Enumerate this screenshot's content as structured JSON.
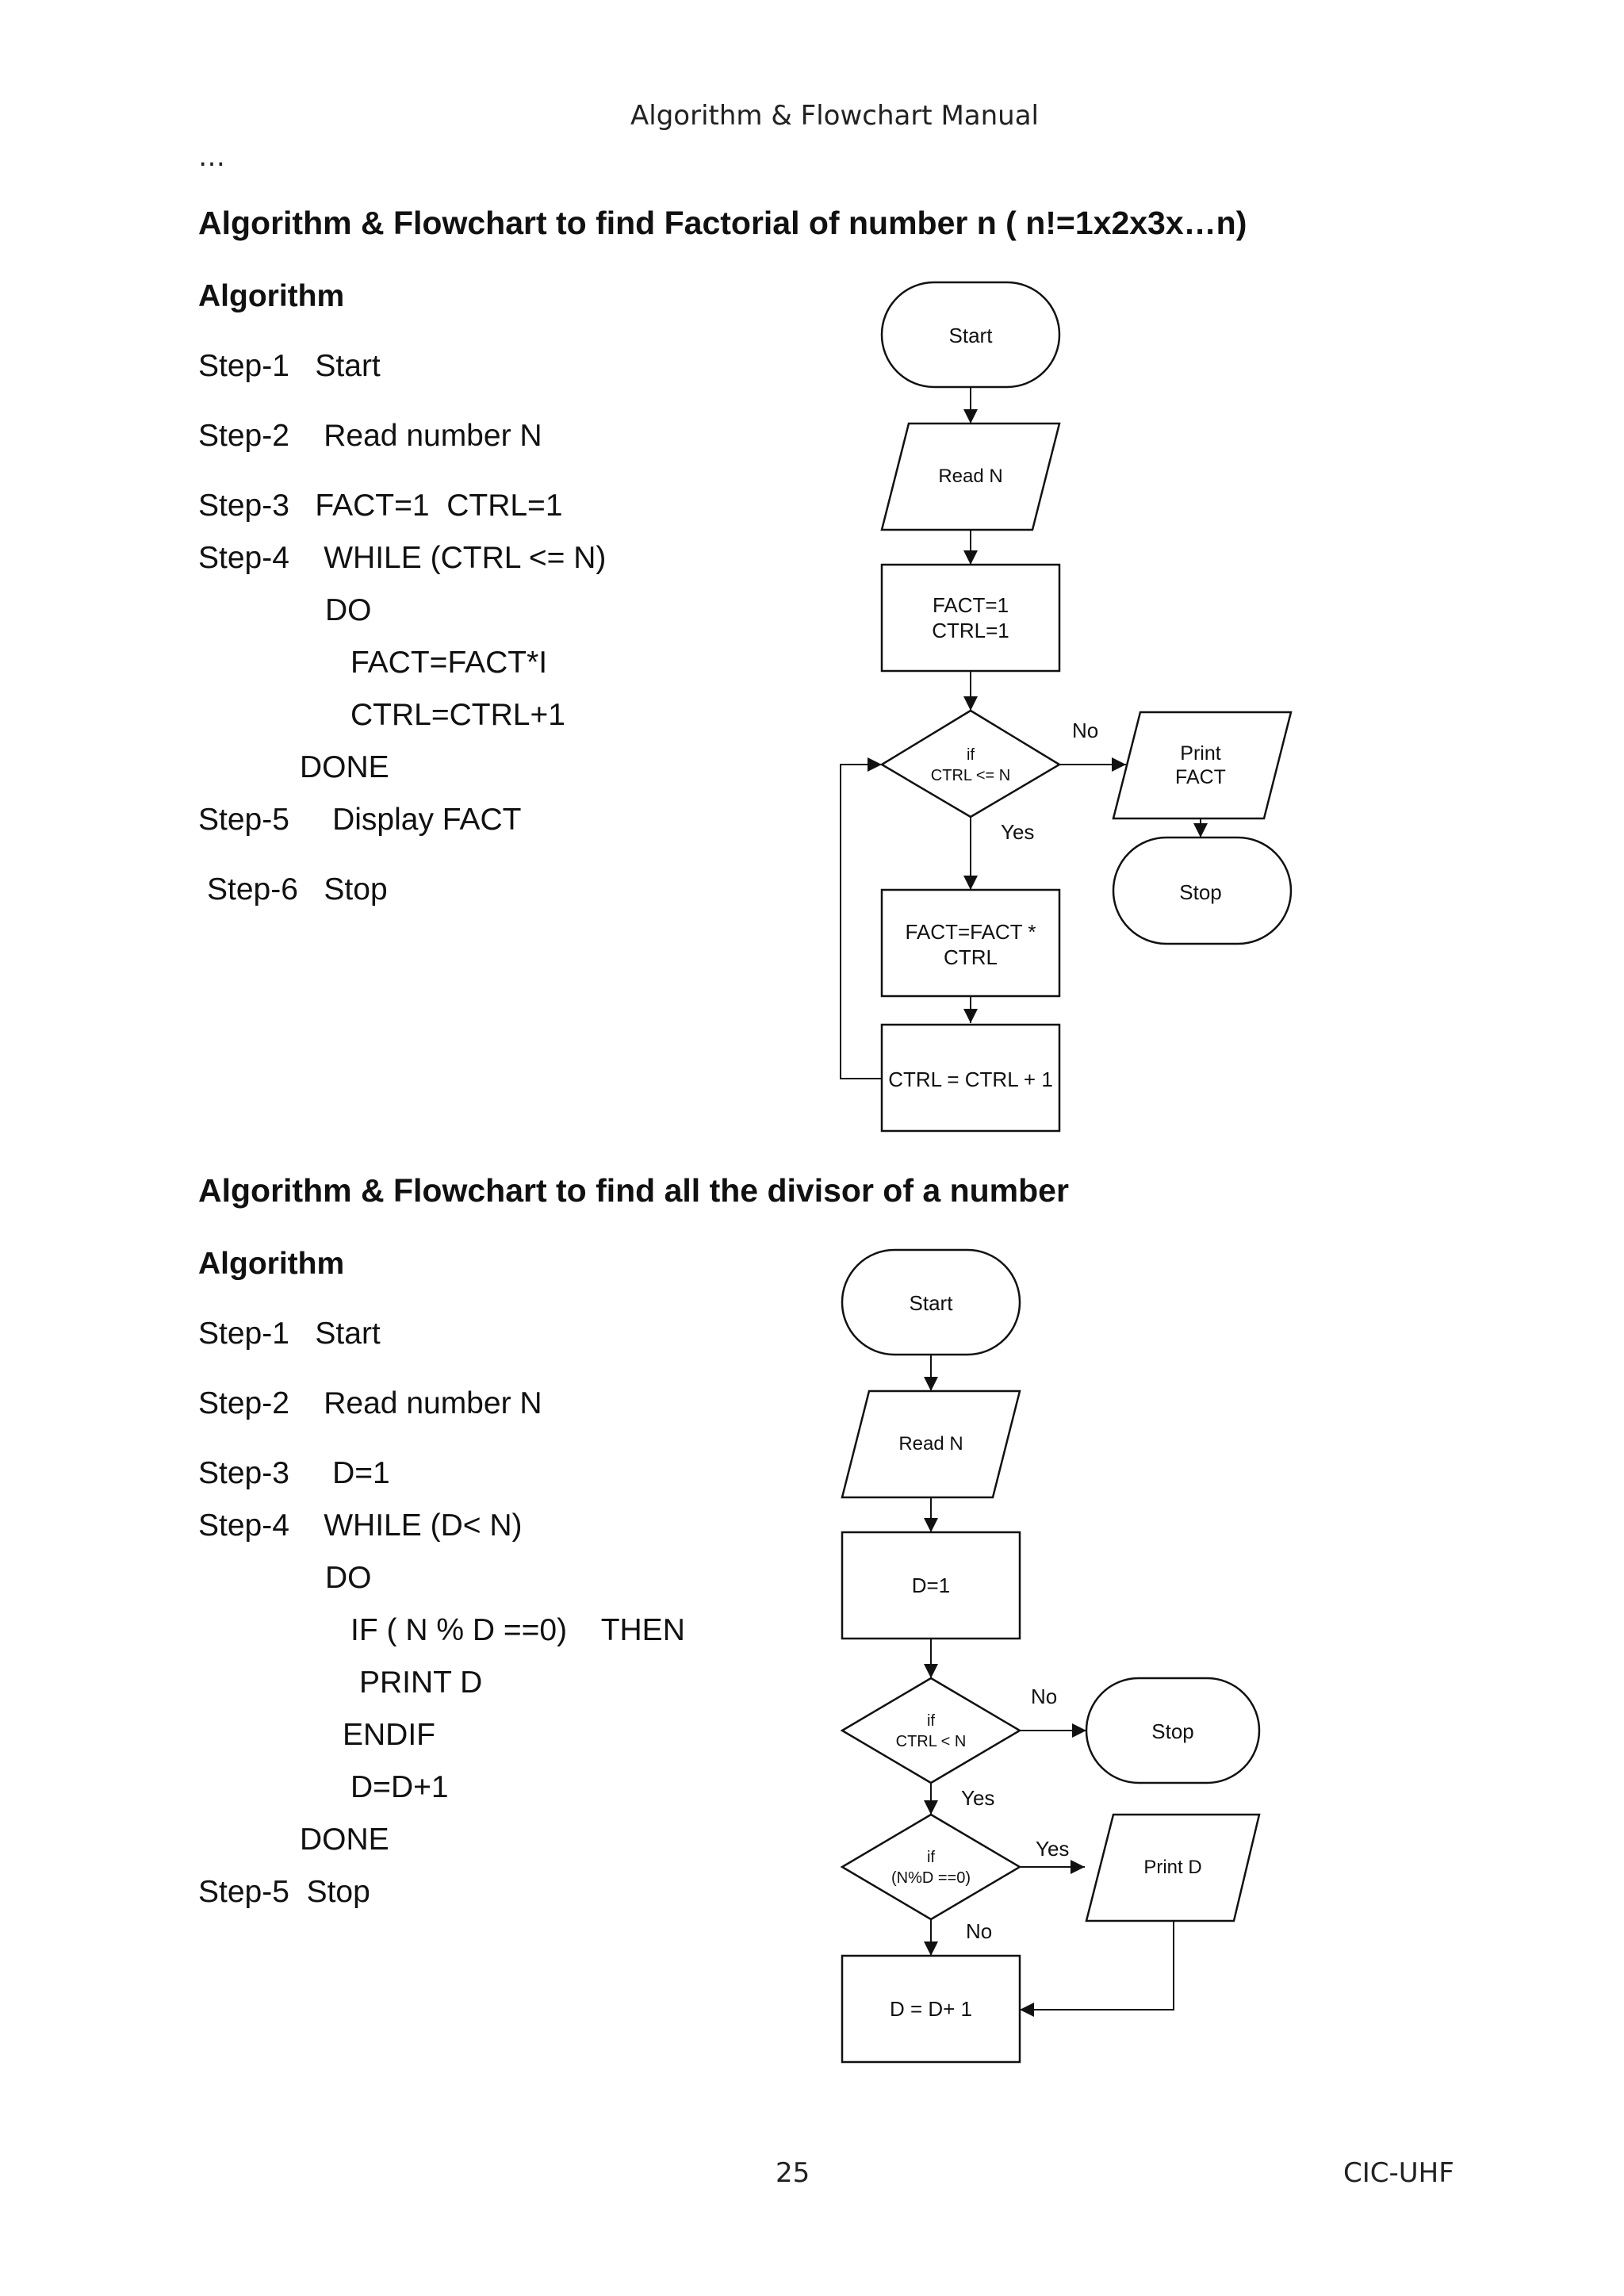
{
  "header": {
    "title": "Algorithm & Flowchart Manual",
    "ellipsis": "…"
  },
  "section1": {
    "title": "Algorithm & Flowchart to find Factorial of number n ( n!=1x2x3x…n)",
    "algorithm_heading": "Algorithm",
    "steps": [
      "Step-1   Start",
      "Step-2    Read number N",
      "Step-3   FACT=1  CTRL=1",
      "Step-4    WHILE (CTRL <= N)",
      "DO",
      "FACT=FACT*I",
      "CTRL=CTRL+1",
      "DONE",
      "Step-5     Display FACT",
      "Step-6   Stop"
    ],
    "flow": {
      "start": "Start",
      "read": "Read N",
      "init_line1": "FACT=1",
      "init_line2": "CTRL=1",
      "cond_line1": "if",
      "cond_line2": "CTRL <= N",
      "no_label": "No",
      "yes_label": "Yes",
      "print_line1": "Print",
      "print_line2": "FACT",
      "stop": "Stop",
      "mult_line1": "FACT=FACT *",
      "mult_line2": "CTRL",
      "incr": "CTRL = CTRL + 1"
    }
  },
  "section2": {
    "title": "Algorithm & Flowchart to find all the divisor of a number",
    "algorithm_heading": "Algorithm",
    "steps": [
      "Step-1   Start",
      "Step-2    Read number N",
      "Step-3     D=1",
      "Step-4    WHILE (D< N)",
      "DO",
      "IF ( N % D ==0)    THEN",
      "PRINT D",
      "ENDIF",
      "D=D+1",
      "DONE",
      "Step-5  Stop"
    ],
    "flow": {
      "start": "Start",
      "read": "Read N",
      "init": "D=1",
      "cond_line1": "if",
      "cond_line2": "CTRL < N",
      "no_label": "No",
      "stop": "Stop",
      "yes_label": "Yes",
      "cond2_line1": "if",
      "cond2_line2": "(N%D ==0)",
      "yes2_label": "Yes",
      "print": "Print D",
      "no2_label": "No",
      "incr": "D = D+ 1"
    }
  },
  "footer": {
    "page_number": "25",
    "org": "CIC-UHF"
  }
}
